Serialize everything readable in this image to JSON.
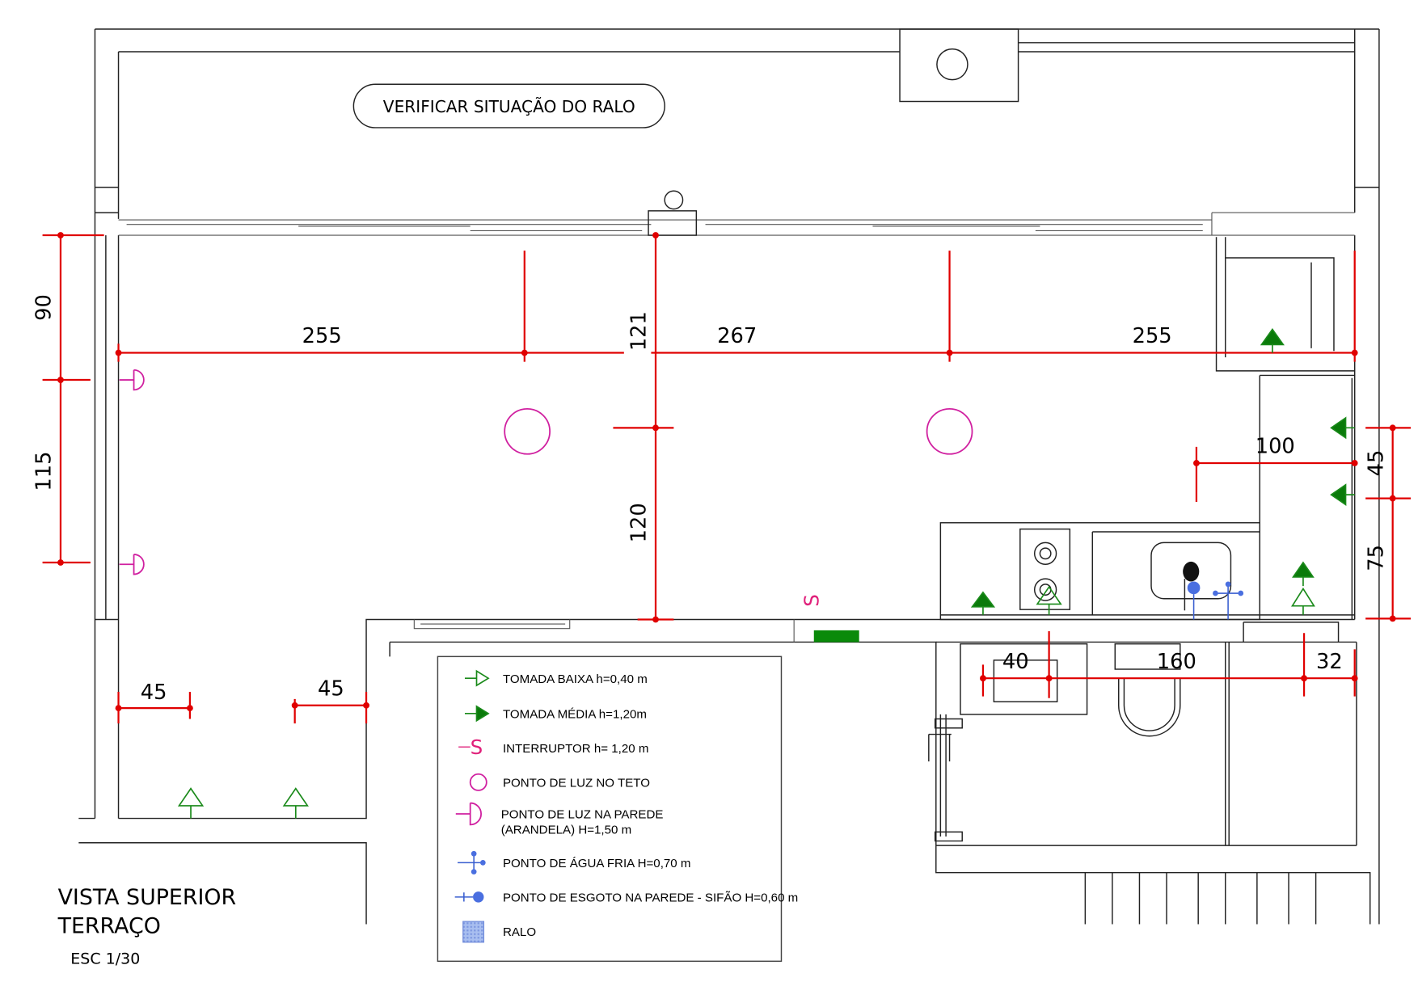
{
  "note_label": "VERIFICAR SITUAÇÃO DO RALO",
  "dimensions": {
    "top_left": "255",
    "top_mid": "267",
    "top_right": "255",
    "vertical_upper": "121",
    "vertical_lower": "120",
    "left_upper": "90",
    "left_lower": "115",
    "right_upper": "45",
    "right_lower": "75",
    "counter_depth": "100",
    "bottom_left_a": "45",
    "bottom_left_b": "45",
    "bath_a": "40",
    "bath_b": "160",
    "bath_c": "32"
  },
  "title": {
    "line1": "VISTA SUPERIOR",
    "line2": "TERRAÇO",
    "scale": "ESC 1/30"
  },
  "legend": [
    {
      "icon": "low-outlet-icon",
      "label": "TOMADA BAIXA h=0,40 m"
    },
    {
      "icon": "mid-outlet-icon",
      "label": "TOMADA MÉDIA h=1,20m"
    },
    {
      "icon": "switch-icon",
      "label": "INTERRUPTOR h= 1,20 m"
    },
    {
      "icon": "ceiling-light-icon",
      "label": "PONTO DE LUZ NO TETO"
    },
    {
      "icon": "wall-light-icon",
      "label": "PONTO DE LUZ NA PAREDE",
      "label2": "(ARANDELA) H=1,50 m"
    },
    {
      "icon": "cold-water-icon",
      "label": "PONTO DE ÁGUA FRIA H=0,70 m"
    },
    {
      "icon": "sewage-icon",
      "label": "PONTO DE ESGOTO NA PAREDE - SIFÃO H=0,60 m"
    },
    {
      "icon": "drain-icon",
      "label": "RALO"
    }
  ],
  "switch_symbol": "S",
  "colors": {
    "dimension": "#e00000",
    "outlet": "#1a8a1a",
    "light": "#d020a0",
    "plumbing": "#3a5fd0"
  }
}
